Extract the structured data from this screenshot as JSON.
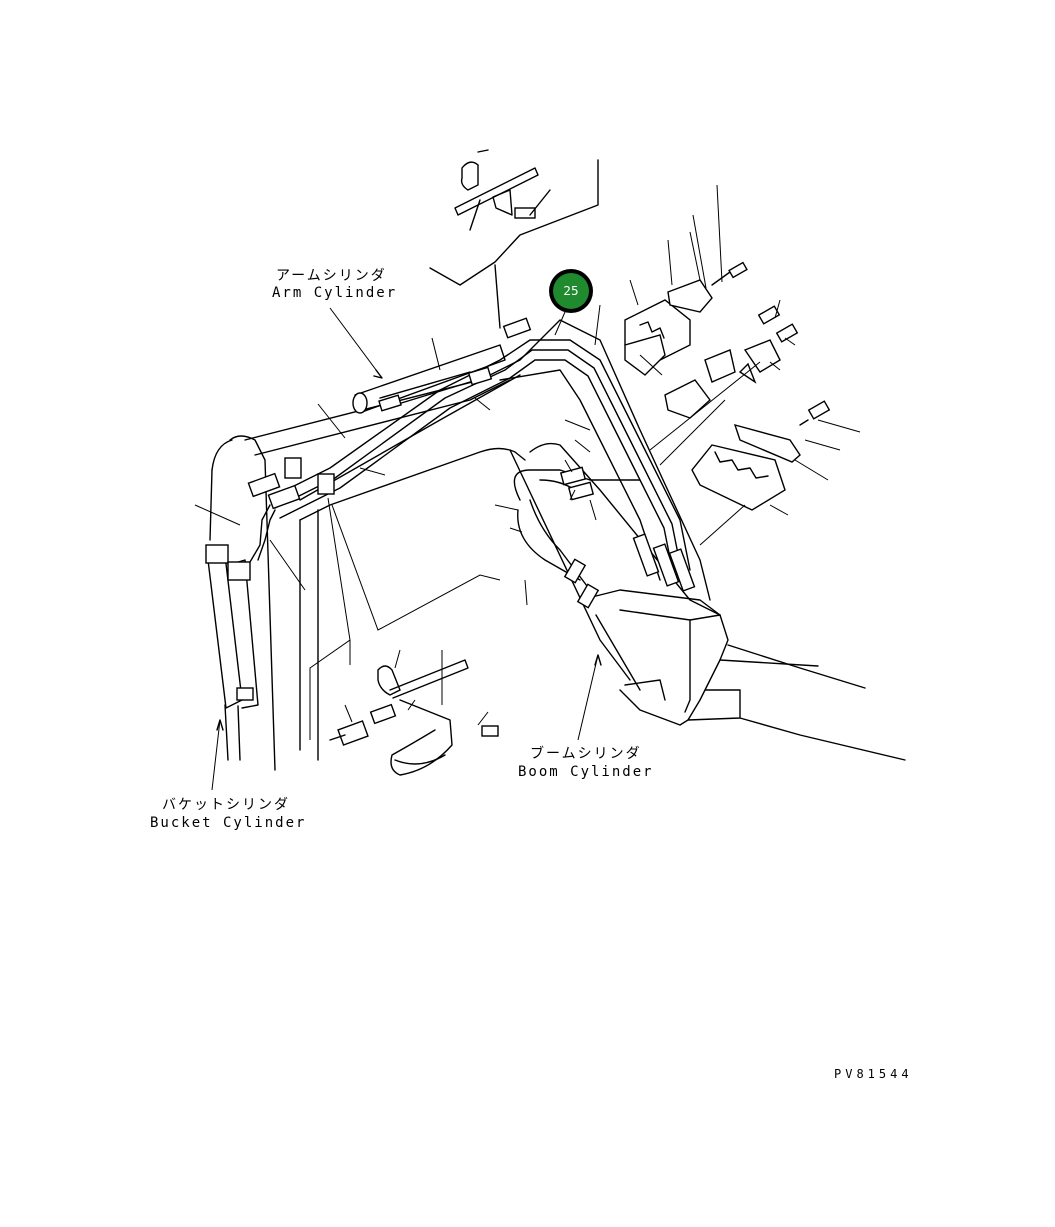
{
  "labels": {
    "arm_cylinder_jp": "アームシリンダ",
    "arm_cylinder_en": "Arm Cylinder",
    "boom_cylinder_jp": "ブームシリンダ",
    "boom_cylinder_en": "Boom Cylinder",
    "bucket_cylinder_jp": "バケットシリンダ",
    "bucket_cylinder_en": "Bucket Cylinder"
  },
  "callout": {
    "number": "25",
    "color": "#1f8a2e"
  },
  "drawing_code": "PV81544"
}
